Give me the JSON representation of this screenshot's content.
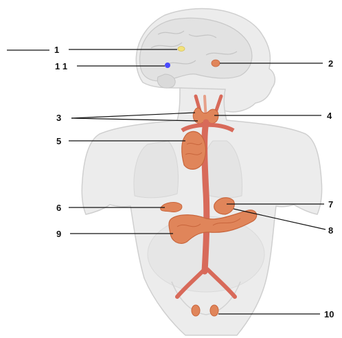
{
  "labels": [
    {
      "id": "1",
      "text": "1"
    },
    {
      "id": "11",
      "text": "1 1"
    },
    {
      "id": "2",
      "text": "2"
    },
    {
      "id": "3",
      "text": "3"
    },
    {
      "id": "4",
      "text": "4"
    },
    {
      "id": "5",
      "text": "5"
    },
    {
      "id": "6",
      "text": "6"
    },
    {
      "id": "7",
      "text": "7"
    },
    {
      "id": "8",
      "text": "8"
    },
    {
      "id": "9",
      "text": "9"
    },
    {
      "id": "10",
      "text": "10"
    }
  ],
  "colors": {
    "skin": "#ececec",
    "skin_edge": "#cfcfcf",
    "brain": "#e2e2e2",
    "organ": "#e0855a",
    "organ_dark": "#c8653c",
    "vessel": "#d86a5a",
    "pituitary_yellow": "#f2e27a",
    "pineal_blue": "#4a4aff"
  }
}
